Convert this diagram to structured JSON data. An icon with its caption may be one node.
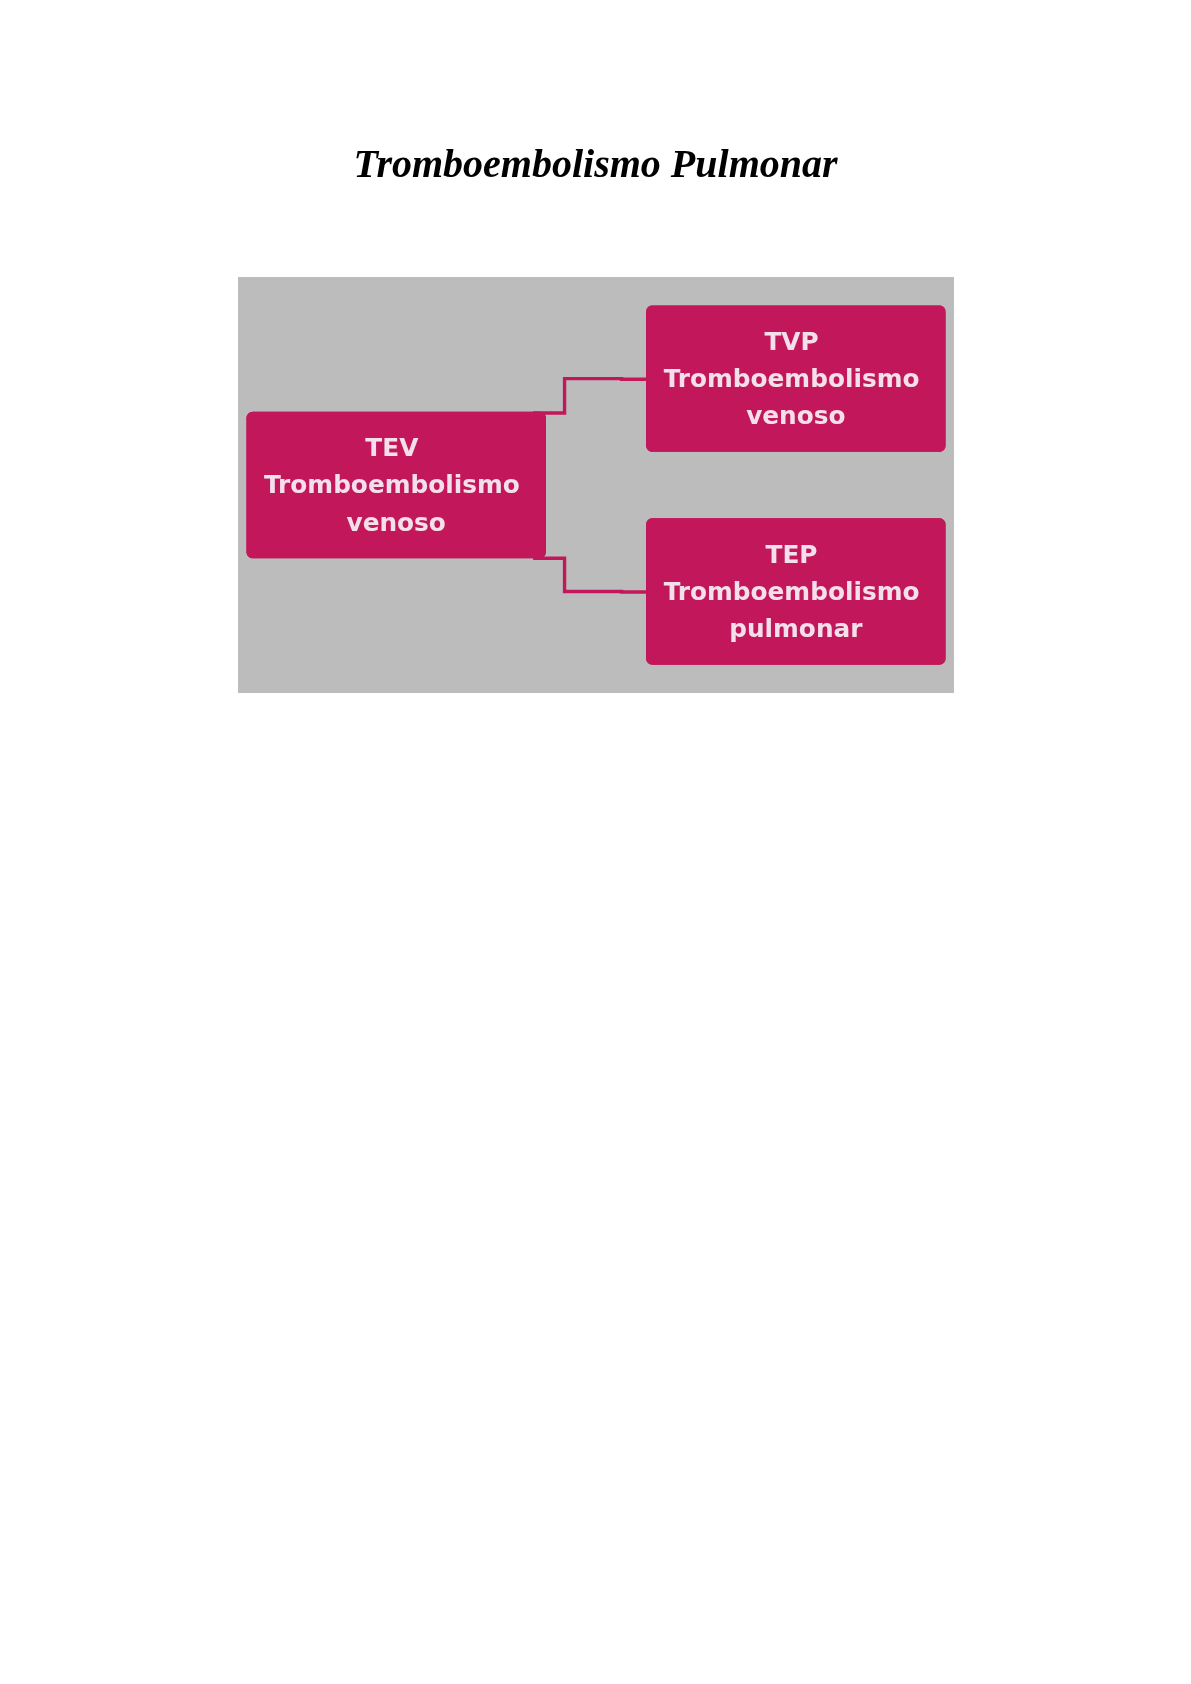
{
  "diagram": {
    "title": "Tromboembolismo Pulmonar",
    "nodes": [
      {
        "text": [
          "TEV Tromboembolismo venoso"
        ]
      },
      {
        "text": [
          "TVP Tromboembolismo venoso"
        ]
      },
      {
        "text": [
          "TEP Tromboembolismo pulmonar"
        ]
      }
    ],
    "edges": [
      {
        "from": 0,
        "to": 1,
        "arrow": "none"
      },
      {
        "from": 0,
        "to": 2,
        "arrow": "none"
      }
    ]
  }
}
